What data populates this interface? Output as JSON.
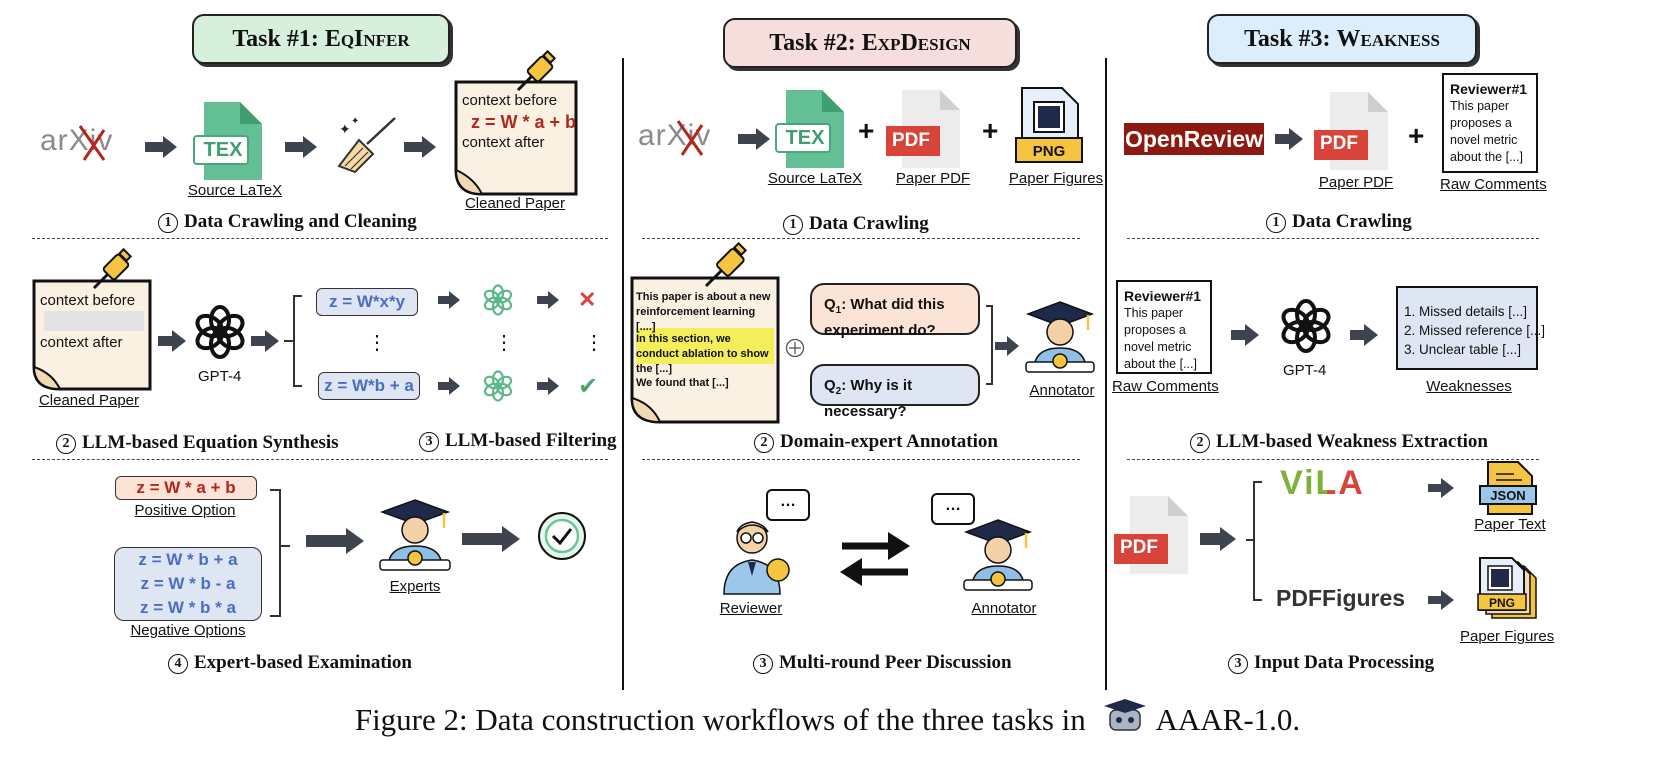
{
  "tasks": [
    {
      "title_prefix": "Task #1: ",
      "title_name": "EqInfer",
      "color": "#d7f0dc"
    },
    {
      "title_prefix": "Task #2: ",
      "title_name": "ExpDesign",
      "color": "#f6dedd"
    },
    {
      "title_prefix": "Task #3: ",
      "title_name": "Weakness",
      "color": "#dceefb"
    }
  ],
  "t1": {
    "arxiv": "arXiv",
    "tex": "TEX",
    "source_latex": "Source LaTeX",
    "context_before": "context before",
    "equation_red": "z = W * a + b",
    "context_after": "context after",
    "cleaned_paper": "Cleaned Paper",
    "step1": "Data Crawling and Cleaning",
    "gpt4": "GPT-4",
    "eq_candidate_1": "z = W*x*y",
    "eq_candidate_2": "z = W*b + a",
    "dots": "⋮",
    "step2": "LLM-based Equation Synthesis",
    "step3": "LLM-based Filtering",
    "positive_eq": "z = W * a + b",
    "positive_label": "Positive Option",
    "negative_eqs": [
      "z = W * b + a",
      "z = W * b - a",
      "z = W * b * a"
    ],
    "negative_label": "Negative Options",
    "experts": "Experts",
    "step4": "Expert-based Examination",
    "cross": "✕",
    "check": "✔"
  },
  "t2": {
    "arxiv": "arXiv",
    "tex": "TEX",
    "pdf": "PDF",
    "png": "PNG",
    "plus": "+",
    "source_latex": "Source LaTeX",
    "paper_pdf": "Paper PDF",
    "paper_figures": "Paper Figures",
    "step1": "Data Crawling",
    "doc_line1": "This paper is about a new reinforcement learning [....]",
    "doc_line2": "In this section, we conduct ablation to show the  [...]",
    "doc_line3": "We found that [...]",
    "q1_sub": "1",
    "q1_text": ": What did this experiment do?",
    "q2_sub": "2",
    "q2_text": ": Why is it necessary?",
    "annotator": "Annotator",
    "step2": "Domain-expert Annotation",
    "reviewer": "Reviewer",
    "annotator2": "Annotator",
    "bubble": "…",
    "step3": "Multi-round Peer Discussion"
  },
  "t3": {
    "openreview": "OpenReview",
    "pdf": "PDF",
    "plus": "+",
    "paper_pdf": "Paper PDF",
    "reviewer_title": "Reviewer#1",
    "reviewer_text": "This paper proposes a novel metric about the [...]",
    "raw_comments": "Raw Comments",
    "step1": "Data Crawling",
    "gpt4": "GPT-4",
    "weakness_items": [
      "1. Missed details [...]",
      "2. Missed reference [...]",
      "3. Unclear table [...]"
    ],
    "weaknesses": "Weaknesses",
    "step2": "LLM-based Weakness Extraction",
    "vila": "ViLA",
    "pdffigures": "PDFFigures",
    "json": "JSON",
    "png": "PNG",
    "paper_text": "Paper Text",
    "paper_figures": "Paper Figures",
    "step3": "Input Data Processing"
  },
  "step_numbers": [
    "1",
    "2",
    "3",
    "4"
  ],
  "caption": {
    "prefix": "Figure 2: Data construction workflows of the three tasks in ",
    "suffix": "AAAR-1.0."
  },
  "colors": {
    "arrow": "#3d4450",
    "red_eq": "#b3261e",
    "blue_eq": "#4a6fbf",
    "tex_green": "#5cb889",
    "pdf_red": "#d9443a",
    "openreview": "#8c1a11",
    "highlight": "#f3ee5a",
    "doc_bg": "#fbf1e2",
    "weak_bg": "#dfe6f3"
  }
}
